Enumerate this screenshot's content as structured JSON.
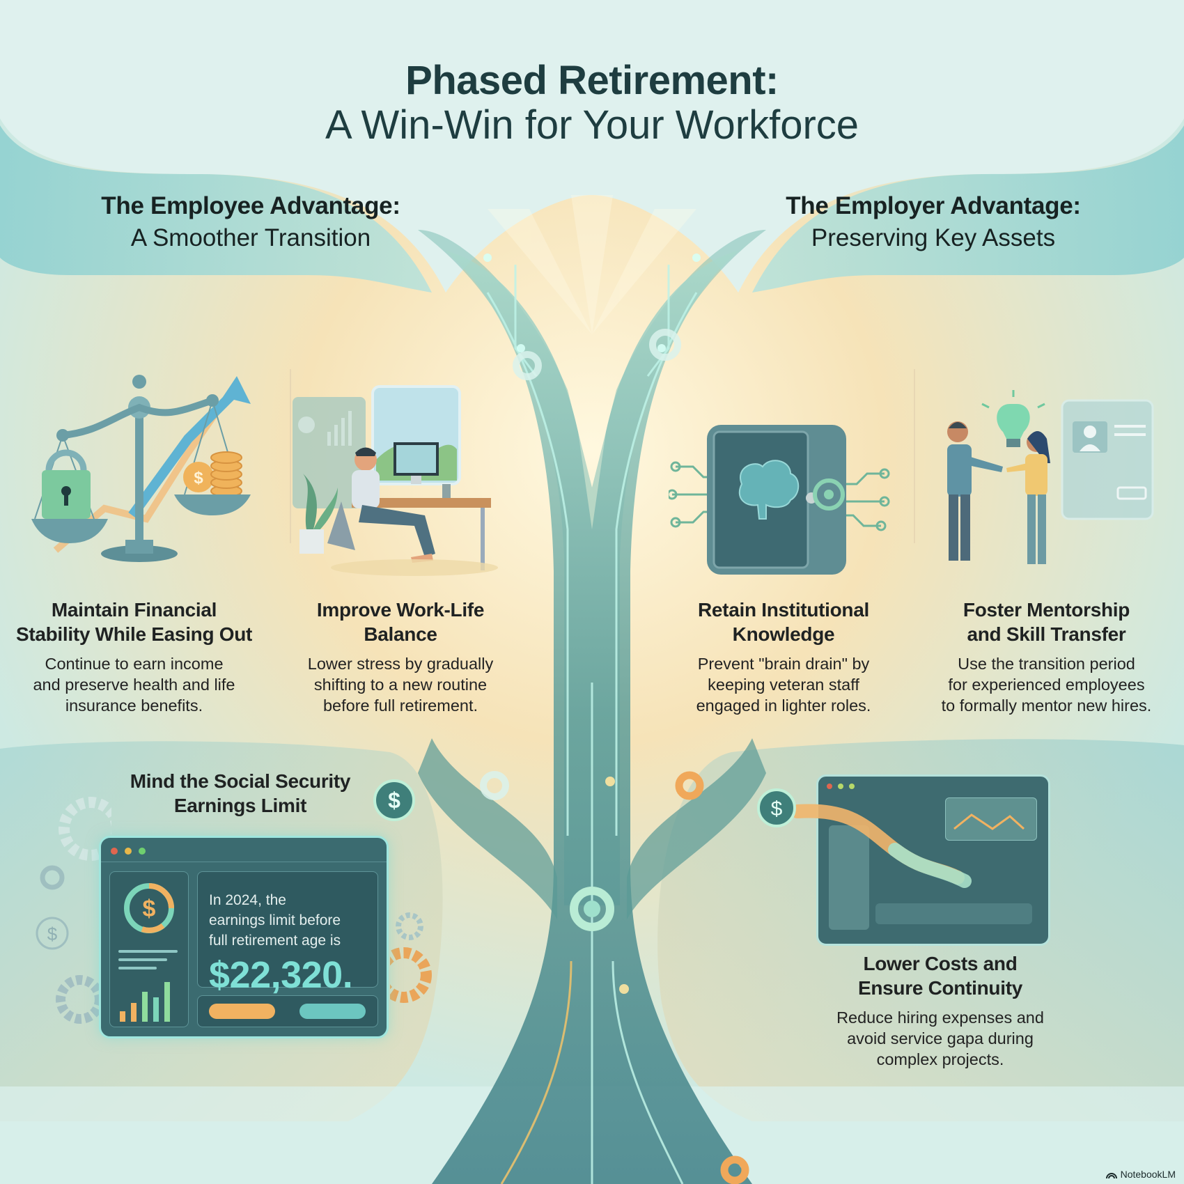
{
  "header": {
    "title_line1": "Phased Retirement:",
    "title_line2": "A Win-Win for Your Workforce"
  },
  "employee_section": {
    "heading": "The Employee Advantage:",
    "subheading": "A Smoother Transition",
    "cards": [
      {
        "title": "Maintain Financial Stability While Easing Out",
        "title_lines": [
          "Maintain Financial",
          "Stability While Easing Out"
        ],
        "description_lines": [
          "Continue to earn income",
          "and preserve health and life",
          "insurance benefits."
        ],
        "illustration": "scale-lock-coins-icon"
      },
      {
        "title": "Improve Work-Life Balance",
        "title_lines": [
          "Improve Work-Life",
          "Balance"
        ],
        "description_lines": [
          "Lower stress by gradually",
          "shifting to a new routine",
          "before full retirement."
        ],
        "illustration": "relaxed-worker-desk-icon"
      }
    ],
    "callout": {
      "title_lines": [
        "Mind the Social Security",
        "Earnings Limit"
      ],
      "panel_lines": [
        "In 2024, the",
        "earnings limit before",
        "full retirement age is"
      ],
      "amount": "$22,320.",
      "illustration": "dashboard-dollar-icon"
    }
  },
  "employer_section": {
    "heading": "The Employer Advantage:",
    "subheading": "Preserving Key Assets",
    "cards": [
      {
        "title": "Retain Institutional Knowledge",
        "title_lines": [
          "Retain Institutional",
          "Knowledge"
        ],
        "description_lines": [
          "Prevent \"brain drain\" by",
          "keeping veteran staff",
          "engaged in lighter roles."
        ],
        "illustration": "brain-vault-icon"
      },
      {
        "title": "Foster Mentorship and Skill Transfer",
        "title_lines": [
          "Foster Mentorship",
          "and Skill Transfer"
        ],
        "description_lines": [
          "Use the transition period",
          "for experienced employees",
          "to formally mentor new hires."
        ],
        "illustration": "mentorship-handshake-icon"
      },
      {
        "title": "Lower Costs and Ensure Continuity",
        "title_lines": [
          "Lower Costs and",
          "Ensure Continuity"
        ],
        "description_lines": [
          "Reduce hiring expenses and",
          "avoid service gapa during",
          "complex projects."
        ],
        "illustration": "cost-flow-dashboard-icon"
      }
    ]
  },
  "footer": {
    "brand": "NotebookLM"
  },
  "colors": {
    "teal_dark": "#3f7f86",
    "teal_light": "#7fd8cc",
    "warm_glow": "#f8e6b8",
    "accent_orange": "#f0a85a",
    "text_dark": "#1e3d40"
  }
}
